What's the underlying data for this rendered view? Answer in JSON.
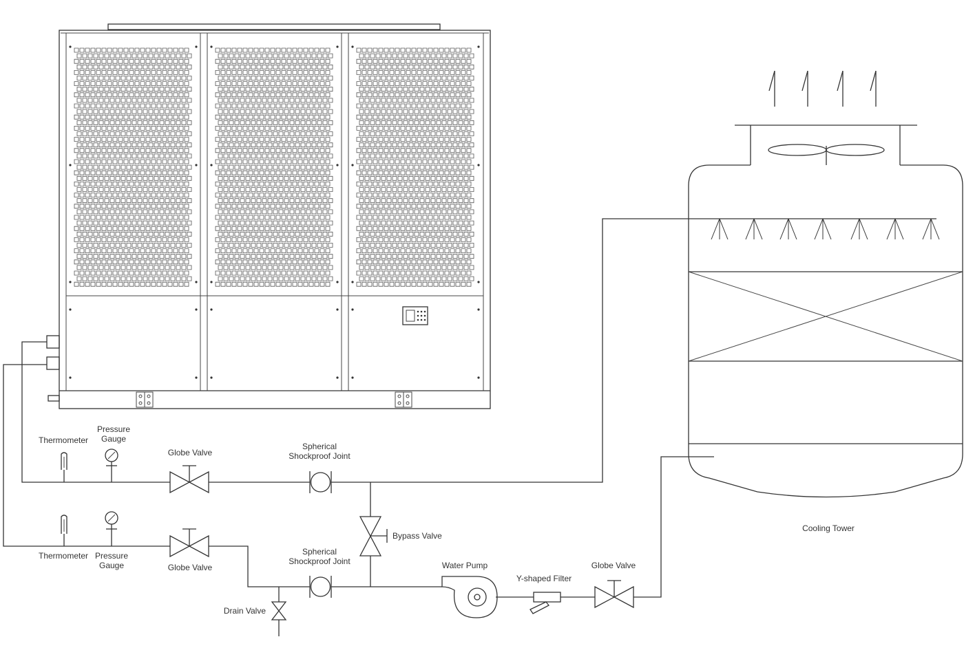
{
  "labels": {
    "thermometer_supply": "Thermometer",
    "pressure_gauge_supply": "Pressure\nGauge",
    "globe_valve_supply": "Globe Valve",
    "shockproof_supply": "Spherical\nShockproof Joint",
    "thermometer_return": "Thermometer",
    "pressure_gauge_return": "Pressure\nGauge",
    "globe_valve_return": "Globe Valve",
    "shockproof_return": "Spherical\nShockproof Joint",
    "bypass_valve": "Bypass Valve",
    "drain_valve": "Drain Valve",
    "water_pump": "Water Pump",
    "y_filter": "Y-shaped Filter",
    "globe_valve_tower": "Globe Valve",
    "cooling_tower": "Cooling Tower"
  },
  "colors": {
    "line": "#333333",
    "background": "#ffffff"
  },
  "icons": [
    "chiller-unit-icon",
    "control-panel-icon",
    "cooling-tower-icon",
    "spray-nozzle-icon",
    "fan-icon",
    "globe-valve-icon",
    "pump-icon",
    "y-filter-icon",
    "thermometer-icon",
    "pressure-gauge-icon",
    "shockproof-joint-icon"
  ]
}
